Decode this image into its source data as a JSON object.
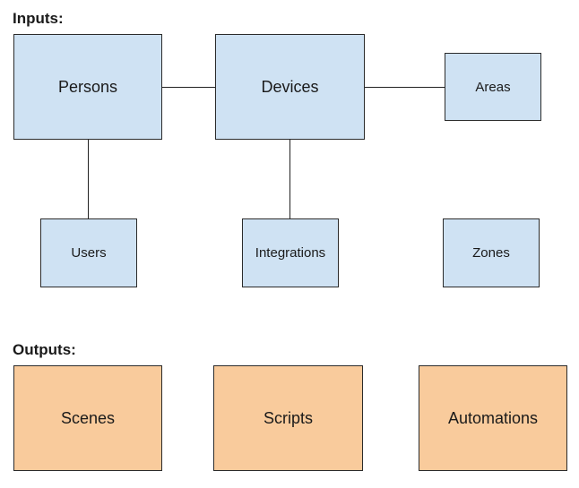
{
  "sections": {
    "inputs_label": "Inputs:",
    "outputs_label": "Outputs:"
  },
  "colors": {
    "input_fill": "#cfe2f3",
    "output_fill": "#f9cb9c",
    "stroke": "#2b2b2b"
  },
  "inputs": {
    "persons": "Persons",
    "devices": "Devices",
    "areas": "Areas",
    "users": "Users",
    "integrations": "Integrations",
    "zones": "Zones"
  },
  "outputs": {
    "scenes": "Scenes",
    "scripts": "Scripts",
    "automations": "Automations"
  },
  "edges": [
    [
      "Persons",
      "Devices"
    ],
    [
      "Devices",
      "Areas"
    ],
    [
      "Persons",
      "Users"
    ],
    [
      "Devices",
      "Integrations"
    ]
  ]
}
